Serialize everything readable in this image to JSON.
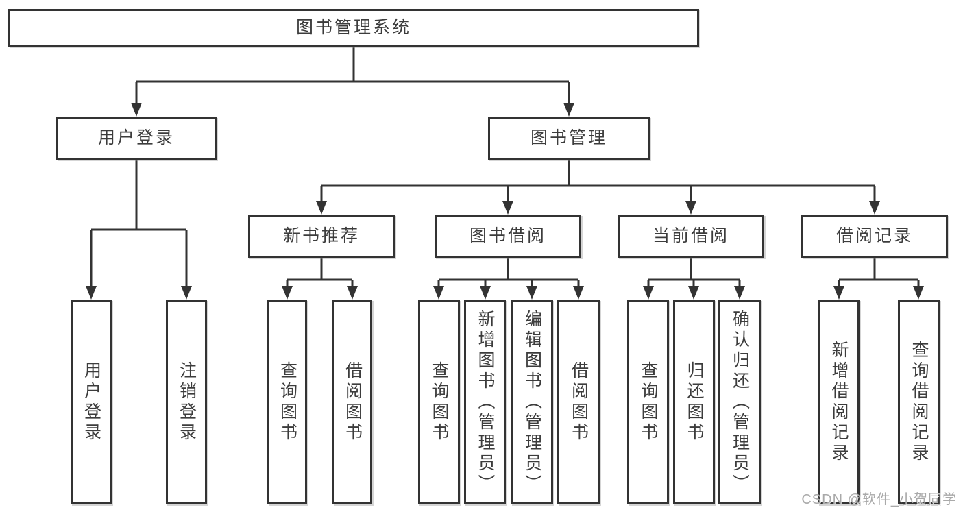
{
  "diagram": {
    "root": {
      "label": "图书管理系统",
      "children": [
        {
          "label": "用户登录",
          "children": [
            {
              "label": "用户登录"
            },
            {
              "label": "注销登录"
            }
          ]
        },
        {
          "label": "图书管理",
          "children": [
            {
              "label": "新书推荐",
              "children": [
                {
                  "label": "查询图书"
                },
                {
                  "label": "借阅图书"
                }
              ]
            },
            {
              "label": "图书借阅",
              "children": [
                {
                  "label": "查询图书"
                },
                {
                  "label": "新增图书（管理员）"
                },
                {
                  "label": "编辑图书（管理员）"
                },
                {
                  "label": "借阅图书"
                }
              ]
            },
            {
              "label": "当前借阅",
              "children": [
                {
                  "label": "查询图书"
                },
                {
                  "label": "归还图书"
                },
                {
                  "label": "确认归还（管理员）"
                }
              ]
            },
            {
              "label": "借阅记录",
              "children": [
                {
                  "label": "新增借阅记录"
                },
                {
                  "label": "查询借阅记录"
                }
              ]
            }
          ]
        }
      ]
    },
    "line_color": "#333333",
    "text_color": "#3c3c3c"
  },
  "watermark": "CSDN @软件_小贺同学"
}
